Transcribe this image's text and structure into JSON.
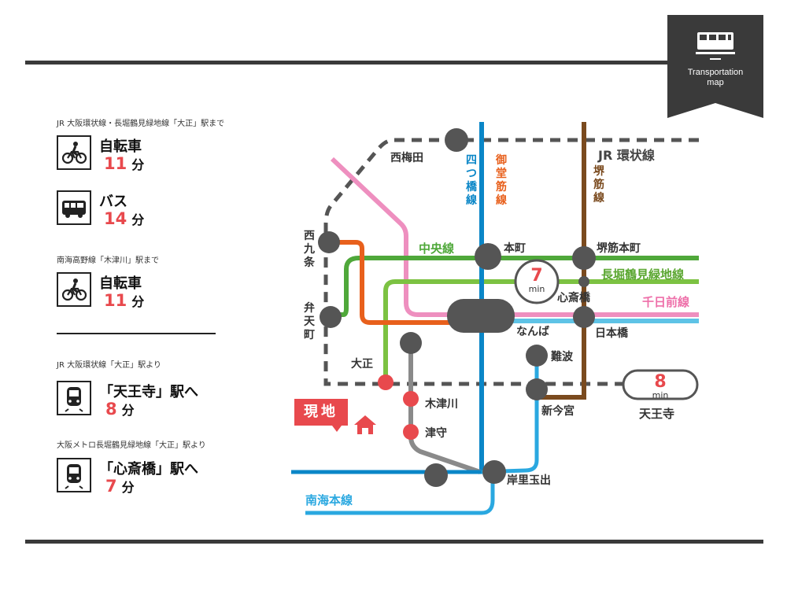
{
  "badge": {
    "label_line1": "Transportation",
    "label_line2": "map",
    "icon": "train-icon"
  },
  "access": {
    "section1": {
      "caption": "JR 大阪環状線・長堀鶴見緑地線「大正」駅まで",
      "items": [
        {
          "icon": "bicycle-icon",
          "mode": "自転車",
          "minutes": "11",
          "unit": "分"
        },
        {
          "icon": "bus-icon",
          "mode": "バス",
          "minutes": "14",
          "unit": "分"
        }
      ]
    },
    "section2": {
      "caption": "南海高野線「木津川」駅まで",
      "items": [
        {
          "icon": "bicycle-icon",
          "mode": "自転車",
          "minutes": "11",
          "unit": "分"
        }
      ]
    },
    "section3": {
      "caption": "JR 大阪環状線「大正」駅より",
      "items": [
        {
          "icon": "train-icon",
          "mode": "「天王寺」駅へ",
          "minutes": "8",
          "unit": "分"
        }
      ]
    },
    "section4": {
      "caption": "大阪メトロ長堀鶴見緑地線「大正」駅より",
      "items": [
        {
          "icon": "train-icon",
          "mode": "「心斎橋」駅へ",
          "minutes": "7",
          "unit": "分"
        }
      ]
    }
  },
  "map": {
    "lines": {
      "jr_loop": {
        "name": "JR 環状線",
        "color": "#555555"
      },
      "yotsubashi": {
        "name": "四つ橋線",
        "color": "#0a86c7"
      },
      "midosuji": {
        "name": "御堂筋線",
        "color": "#e8601c"
      },
      "sakaisuji": {
        "name": "堺筋線",
        "color": "#7a4a1e"
      },
      "chuo": {
        "name": "中央線",
        "color": "#4fa83a"
      },
      "nagahori": {
        "name": "長堀鶴見緑地線",
        "color": "#7cc242"
      },
      "sennichimae": {
        "name": "千日前線",
        "color": "#ee8fbf"
      },
      "nankai": {
        "name": "南海本線",
        "color": "#2aa8e0"
      },
      "sennichi_blue": {
        "color": "#5ec3e6"
      },
      "koya": {
        "color": "#8a8a8a"
      }
    },
    "stations": {
      "nishiumeda": "西梅田",
      "honmachi": "本町",
      "sakaisuji_honmachi": "堺筋本町",
      "nishikujo": "西九条",
      "bentencho": "弁天町",
      "shinsaibashi": "心斎橋",
      "namba": "なんば",
      "nipponbashi": "日本橋",
      "nanba": "難波",
      "taisho": "大正",
      "kizugawa": "木津川",
      "tsumori": "津守",
      "shin_imamiya": "新今宮",
      "kishinosato": "岸里玉出",
      "tennoji": "天王寺"
    },
    "times": {
      "shinsaibashi": {
        "value": "7",
        "unit": "min"
      },
      "tennoji": {
        "value": "8",
        "unit": "min"
      }
    },
    "site_label": "現地",
    "site_icon": "house-icon"
  }
}
